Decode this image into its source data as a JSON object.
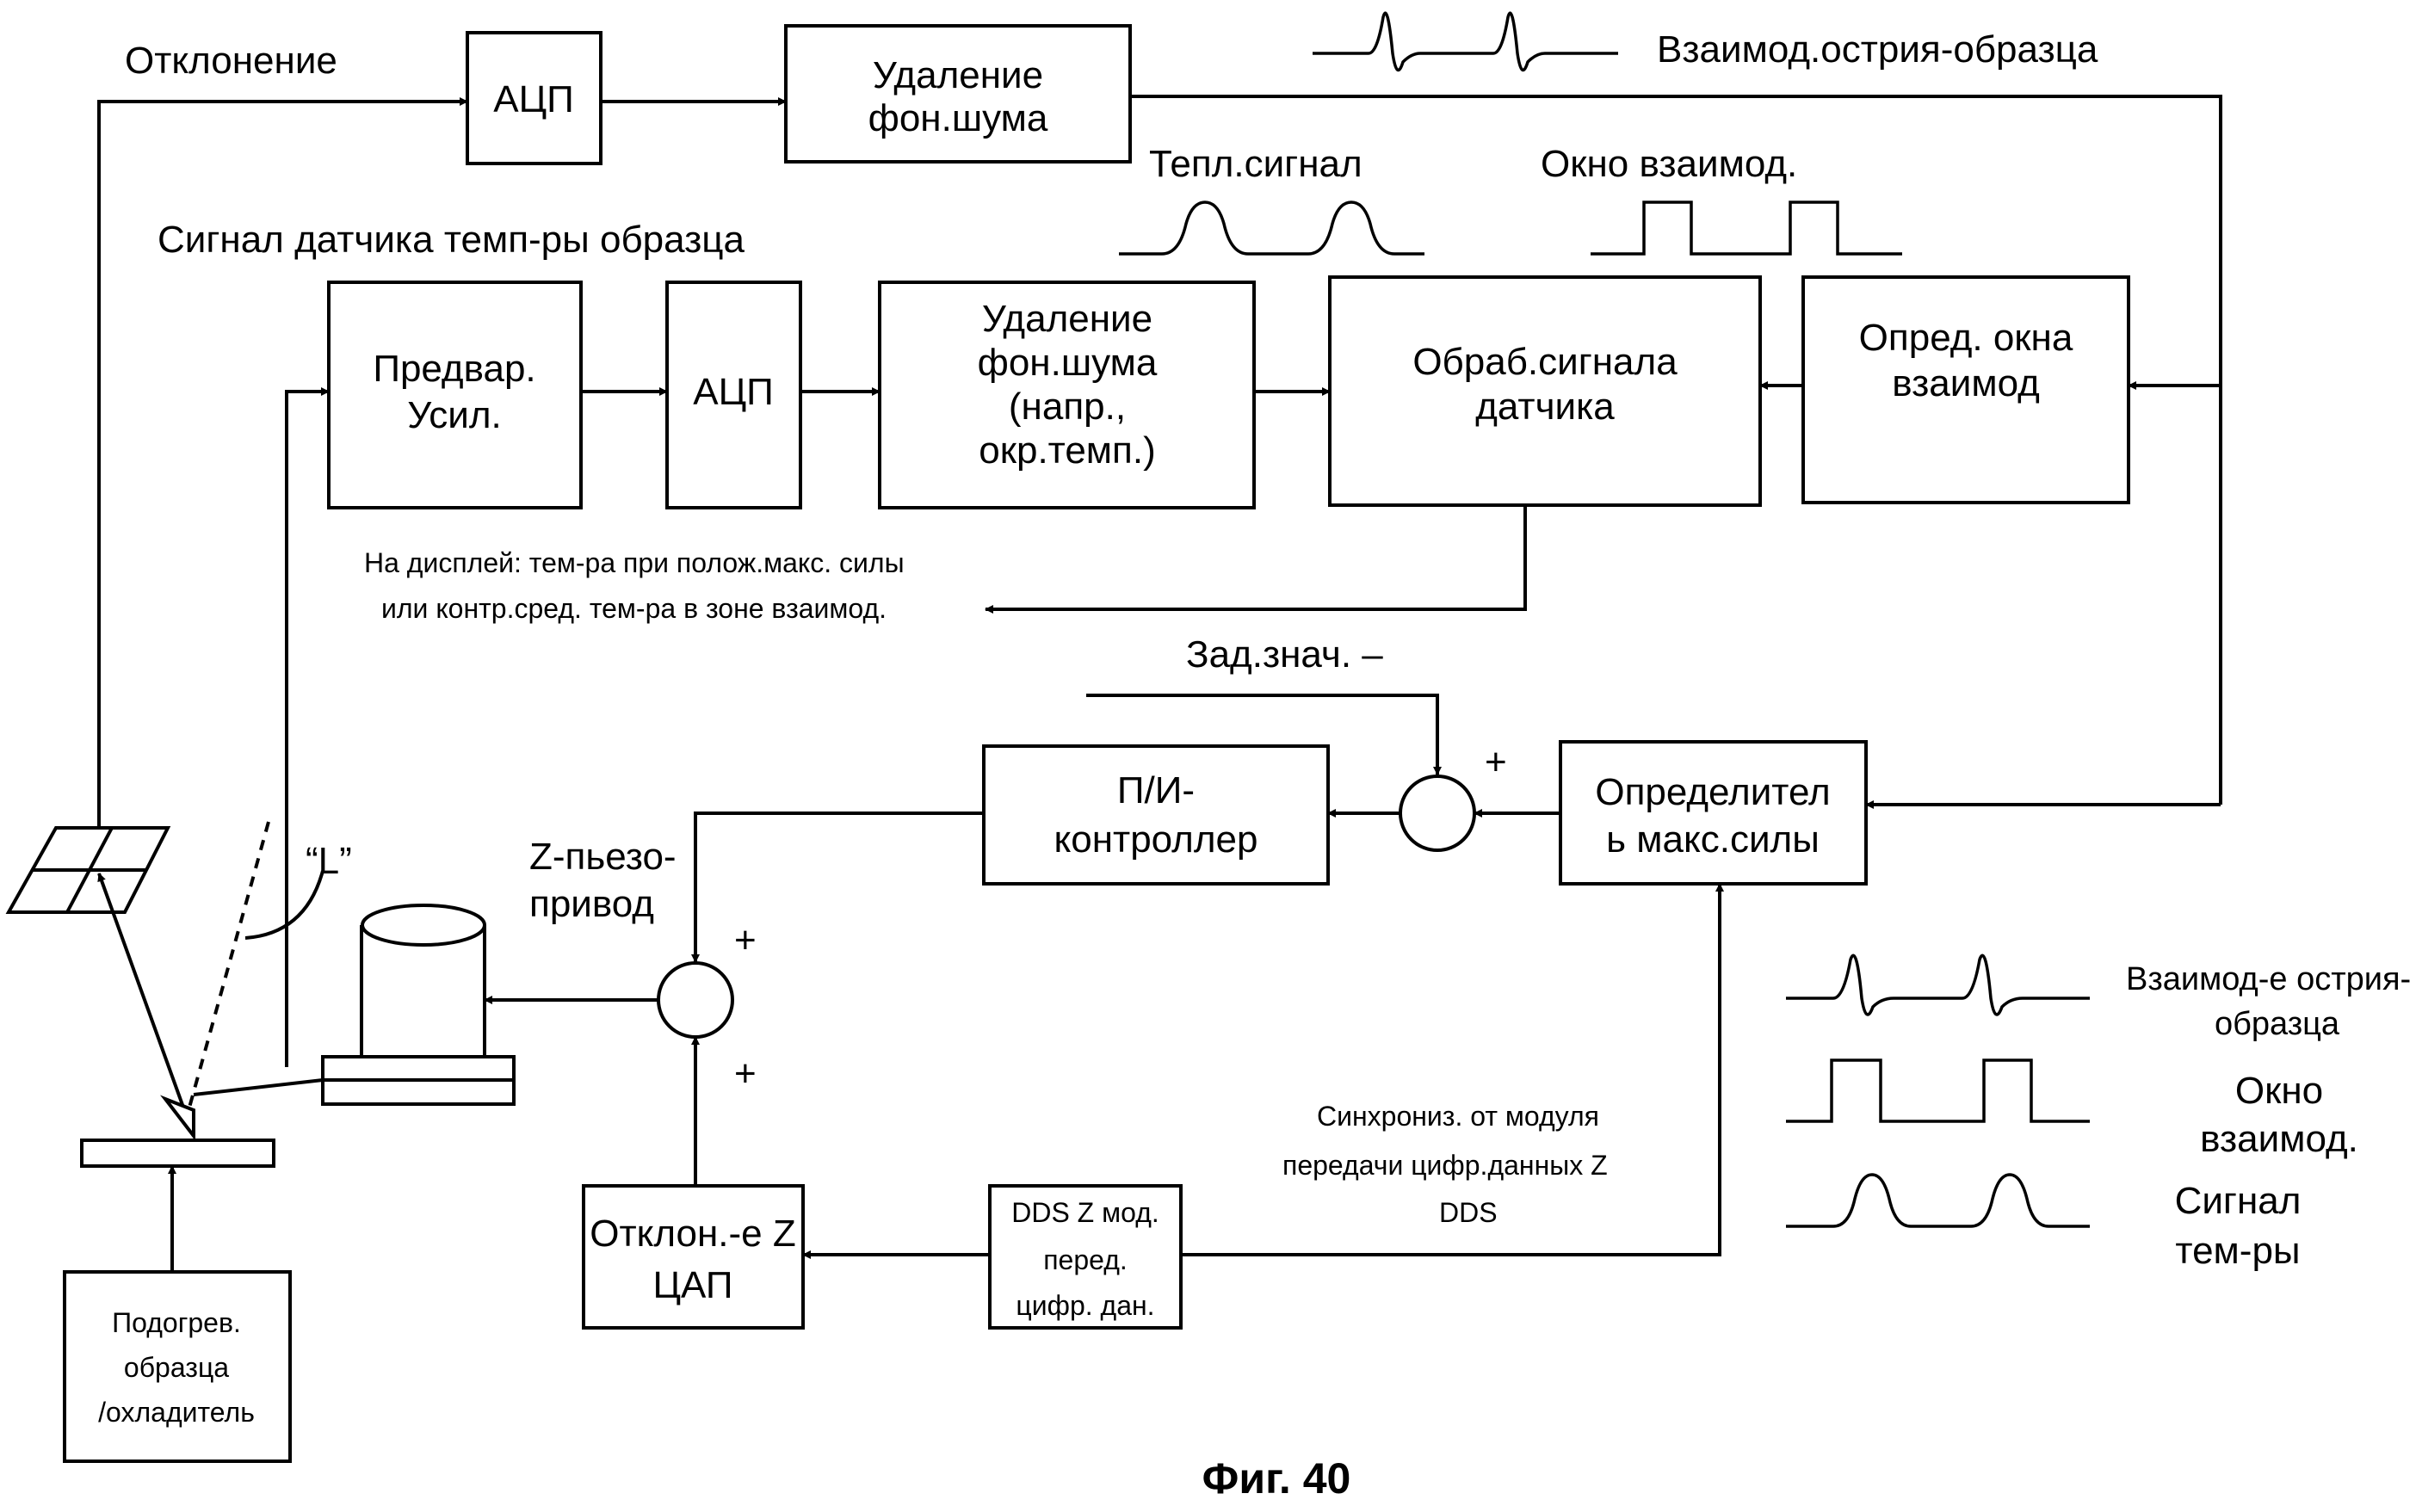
{
  "figure": {
    "caption": "Фиг. 40"
  },
  "labels": {
    "deflection": "Отклонение",
    "tip_sample_top": "Взаимод.острия-образца",
    "temp_sensor_signal": "Сигнал датчика темп-ры образца",
    "thermal_signal": "Тепл.сигнал",
    "interaction_window_top": "Окно взаимод.",
    "display_note_line1": "На дисплей: тем-ра при полож.макс. силы",
    "display_note_line2": "или контр.сред. тем-ра в зоне взаимод.",
    "setpoint": "Зад.знач. –",
    "plus1": "+",
    "plus2": "+",
    "plus3": "+",
    "l_label": "“L”",
    "zpiezo_line1": "Z-пьезо-",
    "zpiezo_line2": "привод",
    "sync_line1": "Синхрониз. от модуля",
    "sync_line2": "передачи цифр.данных Z",
    "sync_line3": "DDS"
  },
  "blocks": {
    "adc_top": "АЦП",
    "noise_top": [
      "Удаление",
      "фон.шума"
    ],
    "preamp": [
      "Предвар.",
      "Усил."
    ],
    "adc_mid": "АЦП",
    "noise_mid": [
      "Удаление",
      "фон.шума",
      "(напр.,",
      "окр.темп.)"
    ],
    "sensor_proc": [
      "Обраб.сигнала",
      "датчика"
    ],
    "window_det": [
      "Опред. окна",
      "взаимод"
    ],
    "pi_ctrl": [
      "П/И-",
      "контроллер"
    ],
    "max_force": [
      "Определител",
      "ь макс.силы"
    ],
    "dac": [
      "Отклон.-е Z",
      "ЦАП"
    ],
    "dds": [
      "DDS Z мод.",
      "перед.",
      "цифр. дан."
    ],
    "heater": [
      "Подогрев.",
      "образца",
      "/охладитель"
    ]
  },
  "legend": [
    {
      "lines": [
        "Взаимод-е острия-",
        "образца"
      ]
    },
    {
      "lines": [
        "Окно",
        "взаимод."
      ]
    },
    {
      "lines": [
        "Сигнал",
        "тем-ры"
      ]
    }
  ]
}
